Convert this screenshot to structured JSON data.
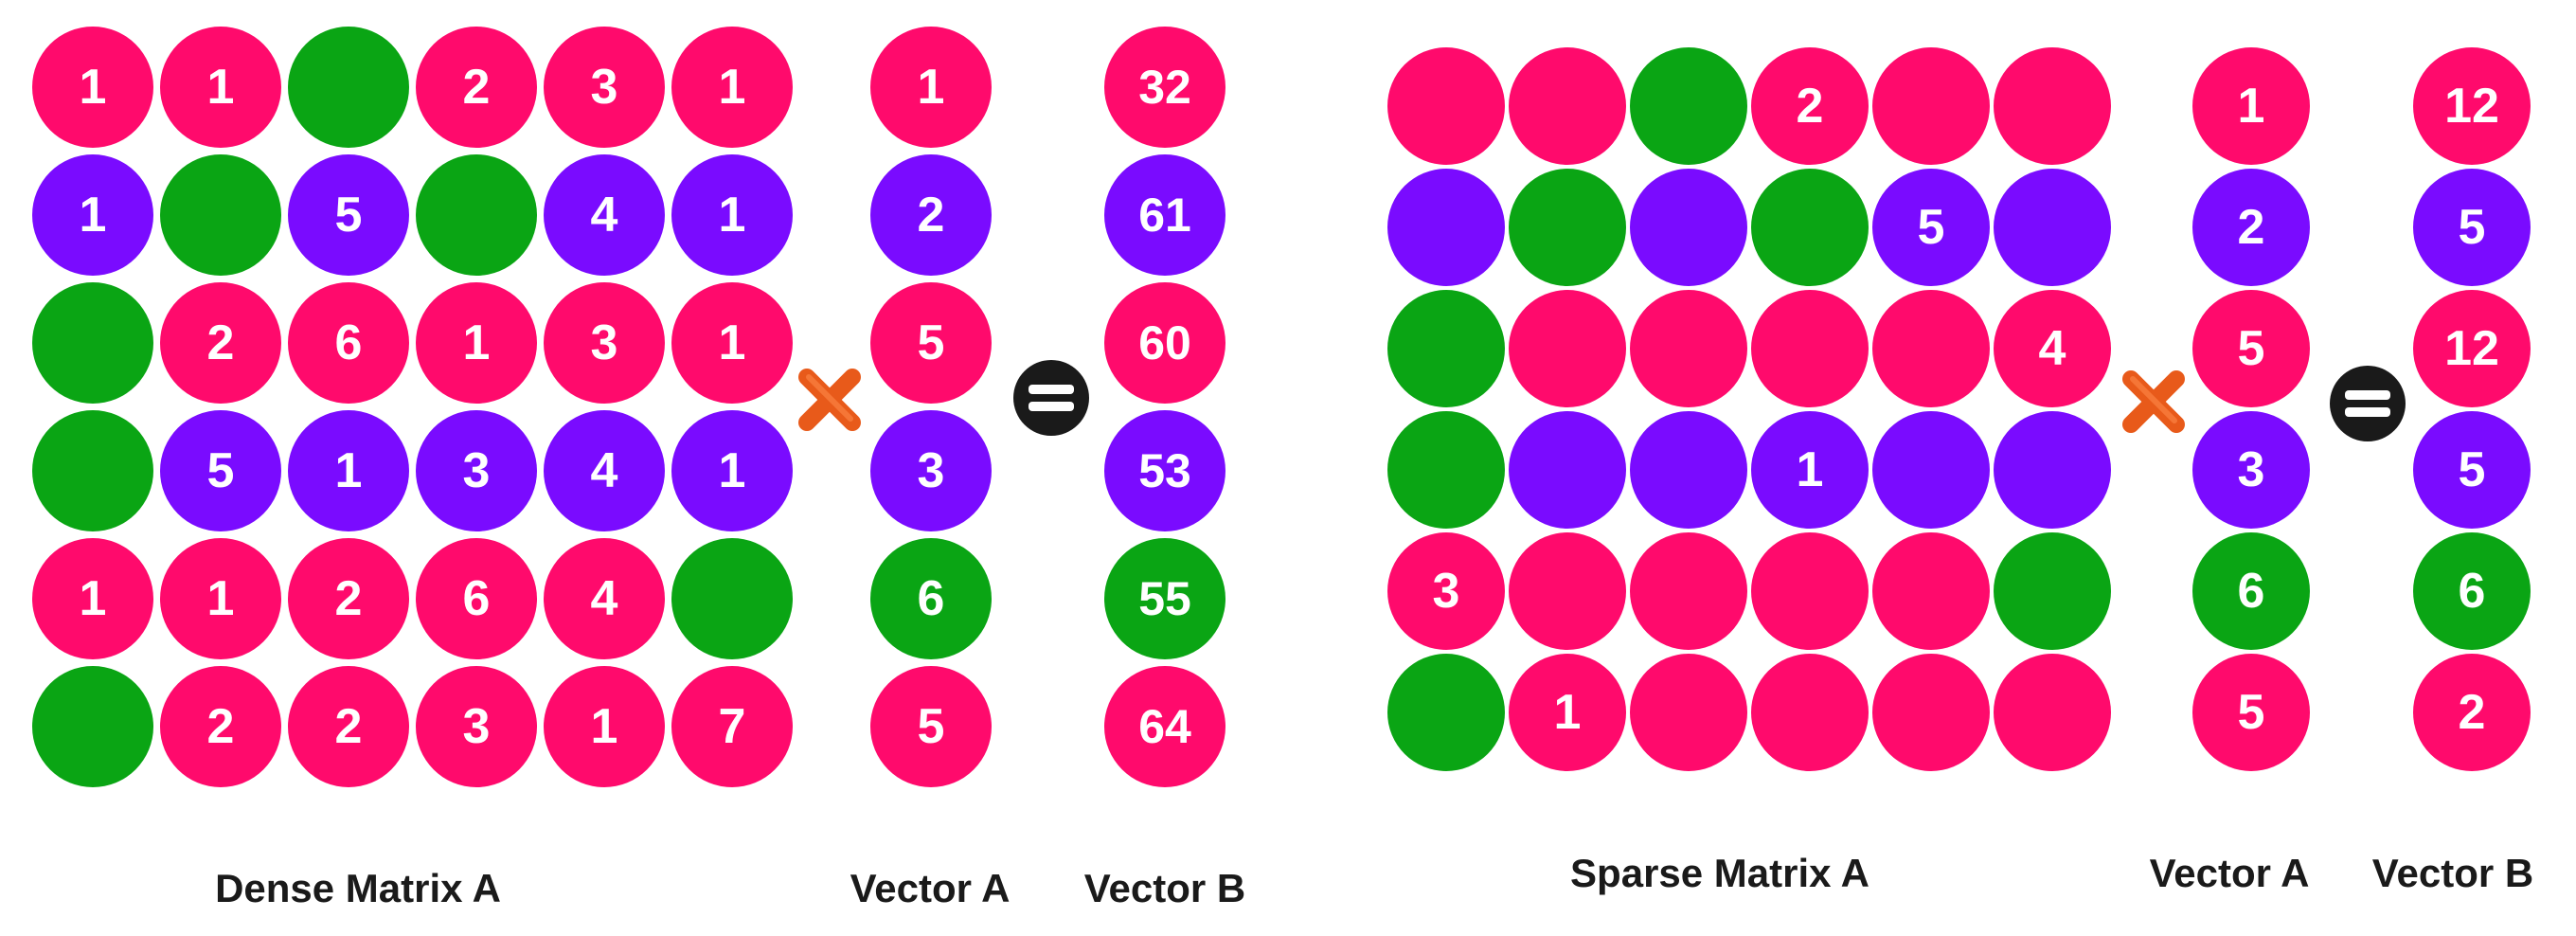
{
  "colors": {
    "pink": "#ff0a6c",
    "purple": "#7a0bff",
    "green": "#0aa514",
    "times_icon": "#e85a1a",
    "equals_icon": "#1a1a1a"
  },
  "icons": {
    "multiply": "times-icon",
    "equals": "equals-icon"
  },
  "dense": {
    "caption": "Dense Matrix A",
    "matrix": [
      [
        {
          "v": "1",
          "c": "pink"
        },
        {
          "v": "1",
          "c": "pink"
        },
        {
          "v": "",
          "c": "green"
        },
        {
          "v": "2",
          "c": "pink"
        },
        {
          "v": "3",
          "c": "pink"
        },
        {
          "v": "1",
          "c": "pink"
        }
      ],
      [
        {
          "v": "1",
          "c": "purple"
        },
        {
          "v": "",
          "c": "green"
        },
        {
          "v": "5",
          "c": "purple"
        },
        {
          "v": "",
          "c": "green"
        },
        {
          "v": "4",
          "c": "purple"
        },
        {
          "v": "1",
          "c": "purple"
        }
      ],
      [
        {
          "v": "",
          "c": "green"
        },
        {
          "v": "2",
          "c": "pink"
        },
        {
          "v": "6",
          "c": "pink"
        },
        {
          "v": "1",
          "c": "pink"
        },
        {
          "v": "3",
          "c": "pink"
        },
        {
          "v": "1",
          "c": "pink"
        }
      ],
      [
        {
          "v": "",
          "c": "green"
        },
        {
          "v": "5",
          "c": "purple"
        },
        {
          "v": "1",
          "c": "purple"
        },
        {
          "v": "3",
          "c": "purple"
        },
        {
          "v": "4",
          "c": "purple"
        },
        {
          "v": "1",
          "c": "purple"
        }
      ],
      [
        {
          "v": "1",
          "c": "pink"
        },
        {
          "v": "1",
          "c": "pink"
        },
        {
          "v": "2",
          "c": "pink"
        },
        {
          "v": "6",
          "c": "pink"
        },
        {
          "v": "4",
          "c": "pink"
        },
        {
          "v": "",
          "c": "green"
        }
      ],
      [
        {
          "v": "",
          "c": "green"
        },
        {
          "v": "2",
          "c": "pink"
        },
        {
          "v": "2",
          "c": "pink"
        },
        {
          "v": "3",
          "c": "pink"
        },
        {
          "v": "1",
          "c": "pink"
        },
        {
          "v": "7",
          "c": "pink"
        }
      ]
    ],
    "vector_a": {
      "caption": "Vector A",
      "items": [
        {
          "v": "1",
          "c": "pink"
        },
        {
          "v": "2",
          "c": "purple"
        },
        {
          "v": "5",
          "c": "pink"
        },
        {
          "v": "3",
          "c": "purple"
        },
        {
          "v": "6",
          "c": "green"
        },
        {
          "v": "5",
          "c": "pink"
        }
      ]
    },
    "vector_b": {
      "caption": "Vector B",
      "items": [
        {
          "v": "32",
          "c": "pink"
        },
        {
          "v": "61",
          "c": "purple"
        },
        {
          "v": "60",
          "c": "pink"
        },
        {
          "v": "53",
          "c": "purple"
        },
        {
          "v": "55",
          "c": "green"
        },
        {
          "v": "64",
          "c": "pink"
        }
      ]
    }
  },
  "sparse": {
    "caption": "Sparse Matrix A",
    "matrix": [
      [
        {
          "v": "",
          "c": "pink"
        },
        {
          "v": "",
          "c": "pink"
        },
        {
          "v": "",
          "c": "green"
        },
        {
          "v": "2",
          "c": "pink"
        },
        {
          "v": "",
          "c": "pink"
        },
        {
          "v": "",
          "c": "pink"
        }
      ],
      [
        {
          "v": "",
          "c": "purple"
        },
        {
          "v": "",
          "c": "green"
        },
        {
          "v": "",
          "c": "purple"
        },
        {
          "v": "",
          "c": "green"
        },
        {
          "v": "5",
          "c": "purple"
        },
        {
          "v": "",
          "c": "purple"
        }
      ],
      [
        {
          "v": "",
          "c": "green"
        },
        {
          "v": "",
          "c": "pink"
        },
        {
          "v": "",
          "c": "pink"
        },
        {
          "v": "",
          "c": "pink"
        },
        {
          "v": "",
          "c": "pink"
        },
        {
          "v": "4",
          "c": "pink"
        }
      ],
      [
        {
          "v": "",
          "c": "green"
        },
        {
          "v": "",
          "c": "purple"
        },
        {
          "v": "",
          "c": "purple"
        },
        {
          "v": "1",
          "c": "purple"
        },
        {
          "v": "",
          "c": "purple"
        },
        {
          "v": "",
          "c": "purple"
        }
      ],
      [
        {
          "v": "3",
          "c": "pink"
        },
        {
          "v": "",
          "c": "pink"
        },
        {
          "v": "",
          "c": "pink"
        },
        {
          "v": "",
          "c": "pink"
        },
        {
          "v": "",
          "c": "pink"
        },
        {
          "v": "",
          "c": "green"
        }
      ],
      [
        {
          "v": "",
          "c": "green"
        },
        {
          "v": "1",
          "c": "pink"
        },
        {
          "v": "",
          "c": "pink"
        },
        {
          "v": "",
          "c": "pink"
        },
        {
          "v": "",
          "c": "pink"
        },
        {
          "v": "",
          "c": "pink"
        }
      ]
    ],
    "vector_a": {
      "caption": "Vector A",
      "items": [
        {
          "v": "1",
          "c": "pink"
        },
        {
          "v": "2",
          "c": "purple"
        },
        {
          "v": "5",
          "c": "pink"
        },
        {
          "v": "3",
          "c": "purple"
        },
        {
          "v": "6",
          "c": "green"
        },
        {
          "v": "5",
          "c": "pink"
        }
      ]
    },
    "vector_b": {
      "caption": "Vector B",
      "items": [
        {
          "v": "12",
          "c": "pink"
        },
        {
          "v": "5",
          "c": "purple"
        },
        {
          "v": "12",
          "c": "pink"
        },
        {
          "v": "5",
          "c": "purple"
        },
        {
          "v": "6",
          "c": "green"
        },
        {
          "v": "2",
          "c": "pink"
        }
      ]
    }
  }
}
